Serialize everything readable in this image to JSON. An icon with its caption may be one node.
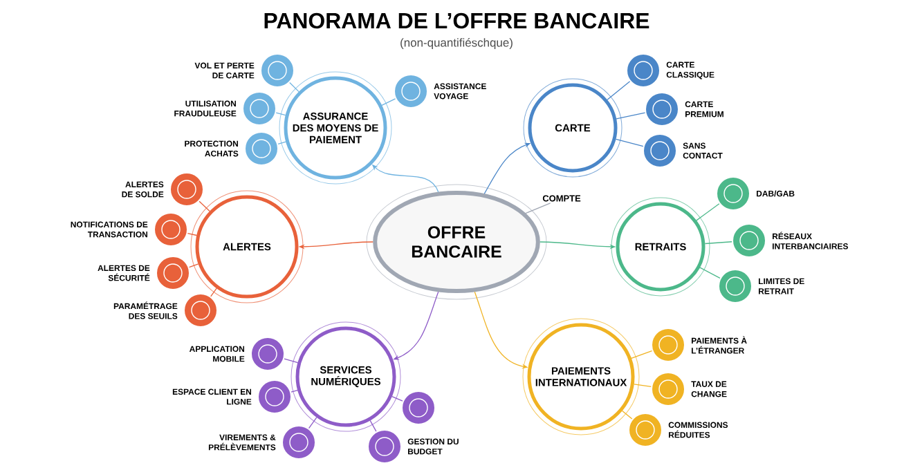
{
  "diagram": {
    "title": "PANORAMA DE L’OFFRE BANCAIRE",
    "nodes": [
      {
        "text": [
          "OFFRE BANCAIRE"
        ]
      },
      {
        "text": [
          "ASSURANCE DES MOYENS DE PAIEMENT"
        ]
      },
      {
        "text": [],
        "shape": "circle",
        "beside": [
          "VOL ET PERTE DE CARTE"
        ]
      },
      {
        "text": [],
        "shape": "circle",
        "beside": [
          "UTILISATION FRAUDULEUSE"
        ]
      },
      {
        "text": [],
        "shape": "circle",
        "beside": [
          "PROTECTION ACHATS"
        ]
      },
      {
        "text": [],
        "shape": "circle",
        "beside": [
          "ASSISTANCE VOYAGE"
        ]
      },
      {
        "text": [
          "CARTE"
        ]
      },
      {
        "text": [],
        "shape": "circle",
        "beside": [
          "CARTE CLASSIQUE"
        ]
      },
      {
        "text": [],
        "shape": "circle",
        "beside": [
          "CARTE PREMIUM"
        ]
      },
      {
        "text": [],
        "shape": "circle",
        "beside": [
          "SANS CONTACT"
        ]
      },
      {
        "text": [
          "ALERTES"
        ]
      },
      {
        "text": [],
        "shape": "circle",
        "beside": [
          "ALERTES DE SOLDE"
        ]
      },
      {
        "text": [],
        "shape": "circle",
        "beside": [
          "NOTIFICATIONS DE TRANSACTION"
        ]
      },
      {
        "text": [],
        "shape": "circle",
        "beside": [
          "ALERTES DE SÉCURITÉ"
        ]
      },
      {
        "text": [],
        "shape": "circle",
        "beside": [
          "PARAMÉTRAGE DES SEUILS"
        ]
      },
      {
        "text": [
          "RETRAITS"
        ]
      },
      {
        "text": [],
        "shape": "circle",
        "beside": [
          "DAB/GAB"
        ]
      },
      {
        "text": [],
        "shape": "circle",
        "beside": [
          "RÉSEAUX INTERBANCIAIRES"
        ]
      },
      {
        "text": [],
        "shape": "circle",
        "beside": [
          "LIMITES DE RETRAIT"
        ]
      },
      {
        "text": [
          "SERVICES NUMÉRIQUES"
        ]
      },
      {
        "text": [],
        "shape": "circle",
        "beside": [
          "APPLICATION MOBILE"
        ]
      },
      {
        "text": [],
        "shape": "circle",
        "beside": [
          "ESPACE CLIENT EN LIGNE"
        ]
      },
      {
        "text": [],
        "shape": "circle",
        "beside": [
          "VIREMENTS & PRÉLÈVEMENTS"
        ]
      },
      {
        "text": [],
        "shape": "circle",
        "beside": [
          "GESTION DU BUDGET"
        ]
      },
      {
        "text": [],
        "shape": "circle"
      },
      {
        "text": [
          "PAIEMENTS INTERNATIONAUX"
        ]
      },
      {
        "text": [],
        "shape": "circle",
        "beside": [
          "PAIEMENTS À L’ÉTRANGER"
        ]
      },
      {
        "text": [],
        "shape": "circle",
        "beside": [
          "TAUX DE CHANGE"
        ]
      },
      {
        "text": [],
        "shape": "circle",
        "beside": [
          "COMMISSIONS RÉDUITES"
        ]
      },
      {
        "text": [
          "COMPTE"
        ]
      }
    ],
    "edges": [
      {
        "from": 0,
        "to": 1,
        "arrow": "to",
        "color": "#6fb3e0"
      },
      {
        "from": 0,
        "to": 6,
        "arrow": "to",
        "color": "#4a86c8"
      },
      {
        "from": 0,
        "to": 10,
        "arrow": "to",
        "color": "#e8613a"
      },
      {
        "from": 0,
        "to": 15,
        "arrow": "to",
        "color": "#4cb88a"
      },
      {
        "from": 0,
        "to": 19,
        "arrow": "to",
        "color": "#8e5cc8"
      },
      {
        "from": 0,
        "to": 25,
        "arrow": "to",
        "color": "#f0b323"
      },
      {
        "from": 1,
        "to": 2,
        "arrow": "none",
        "color": "#6fb3e0"
      },
      {
        "from": 1,
        "to": 3,
        "arrow": "none",
        "color": "#6fb3e0"
      },
      {
        "from": 1,
        "to": 4,
        "arrow": "none",
        "color": "#6fb3e0"
      },
      {
        "from": 1,
        "to": 5,
        "arrow": "none",
        "color": "#6fb3e0"
      },
      {
        "from": 6,
        "to": 7,
        "arrow": "none",
        "color": "#4a86c8"
      },
      {
        "from": 6,
        "to": 8,
        "arrow": "none",
        "color": "#4a86c8"
      },
      {
        "from": 6,
        "to": 9,
        "arrow": "none",
        "color": "#4a86c8"
      },
      {
        "from": 10,
        "to": 11,
        "arrow": "none",
        "color": "#e8613a"
      },
      {
        "from": 10,
        "to": 12,
        "arrow": "none",
        "color": "#e8613a"
      },
      {
        "from": 10,
        "to": 13,
        "arrow": "none",
        "color": "#e8613a"
      },
      {
        "from": 10,
        "to": 14,
        "arrow": "none",
        "color": "#e8613a"
      },
      {
        "from": 15,
        "to": 16,
        "arrow": "none",
        "color": "#4cb88a"
      },
      {
        "from": 15,
        "to": 17,
        "arrow": "none",
        "color": "#4cb88a"
      },
      {
        "from": 15,
        "to": 18,
        "arrow": "none",
        "color": "#4cb88a"
      },
      {
        "from": 19,
        "to": 20,
        "arrow": "none",
        "color": "#8e5cc8"
      },
      {
        "from": 19,
        "to": 21,
        "arrow": "none",
        "color": "#8e5cc8"
      },
      {
        "from": 19,
        "to": 22,
        "arrow": "none",
        "color": "#8e5cc8"
      },
      {
        "from": 19,
        "to": 23,
        "arrow": "none",
        "color": "#8e5cc8"
      },
      {
        "from": 19,
        "to": 24,
        "arrow": "none",
        "color": "#8e5cc8"
      },
      {
        "from": 25,
        "to": 26,
        "arrow": "none",
        "color": "#f0b323"
      },
      {
        "from": 25,
        "to": 27,
        "arrow": "none",
        "color": "#f0b323"
      },
      {
        "from": 25,
        "to": 28,
        "arrow": "none",
        "color": "#f0b323"
      },
      {
        "from": 29,
        "to": 0,
        "arrow": "none",
        "color": "#a0a7b3"
      }
    ],
    "labels": [
      "(non-quantifiéschque)"
    ]
  }
}
